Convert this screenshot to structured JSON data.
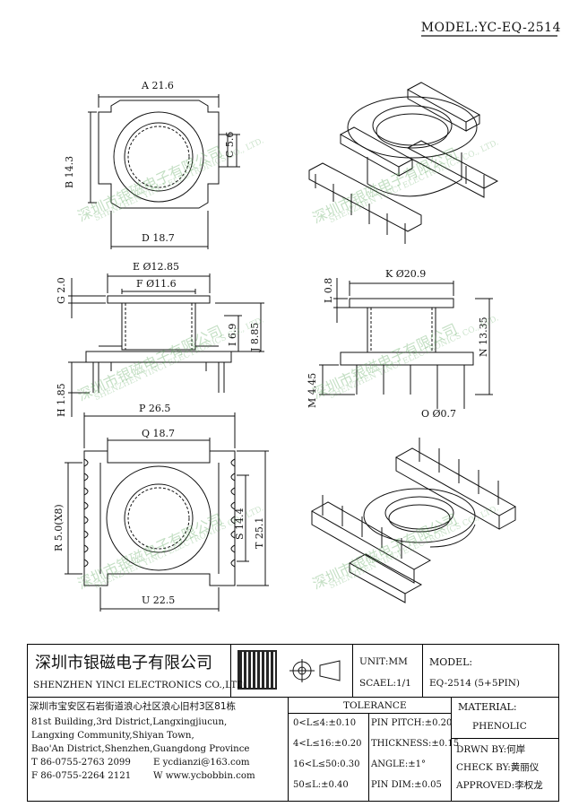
{
  "model_header": "MODEL:YC-EQ-2514",
  "watermark": {
    "cn": "深圳市银磁电子有限公司",
    "en": "SHENZHEN YINCI ELECTRONICS CO., LTD."
  },
  "dimensions": {
    "A": "A 21.6",
    "B": "B 14.3",
    "C": "C 5.6",
    "D": "D 18.7",
    "E": "E Ø12.85",
    "F": "F Ø11.6",
    "G": "G 2.0",
    "H": "H 1.85",
    "I": "I 6.9",
    "J": "J 8.85",
    "K": "K Ø20.9",
    "L": "L 0.8",
    "M": "M 4.45",
    "N": "N 13.35",
    "O": "O Ø0.7",
    "P": "P 26.5",
    "Q": "Q 18.7",
    "R": "R 5.0(X8)",
    "S": "S 14.4",
    "T": "T 25.1",
    "U": "U 22.5"
  },
  "title_block": {
    "company_cn": "深圳市银磁电子有限公司",
    "company_en": "SHENZHEN YINCI ELECTRONICS CO.,LTD.",
    "address_cn": "深圳市宝安区石岩街道浪心社区浪心旧村3区81栋",
    "address_en": [
      "81st Building,3rd District,Langxingjiucun,",
      "Langxing Community,Shiyan Town,",
      "Bao'An District,Shenzhen,Guangdong Province"
    ],
    "tel": "T 86-0755-2763 2099",
    "fax": "F 86-0755-2264 2121",
    "email": "E ycdianzi@163.com",
    "web": "W www.ycbobbin.com",
    "unit": "UNIT:MM",
    "scale": "SCAEL:1/1",
    "model_label": "MODEL:",
    "model_value": "EQ-2514 (5+5PIN)",
    "tolerance_title": "TOLERANCE",
    "tolerances": [
      "0<L≤4:±0.10",
      "4<L≤16:±0.20",
      "16<L≤50:0.30",
      "50≤L:±0.40"
    ],
    "pin_specs": [
      "PIN PITCH:±0.20",
      "THICKNESS:±0.15",
      "ANGLE:±1°",
      "PIN DIM:±0.05"
    ],
    "material_label": "MATERIAL:",
    "material_value": "PHENOLIC",
    "drawn_by": "DRWN BY:何岸",
    "check_by": "CHECK BY:黄丽仪",
    "approved": "APPROVED:李权龙"
  }
}
